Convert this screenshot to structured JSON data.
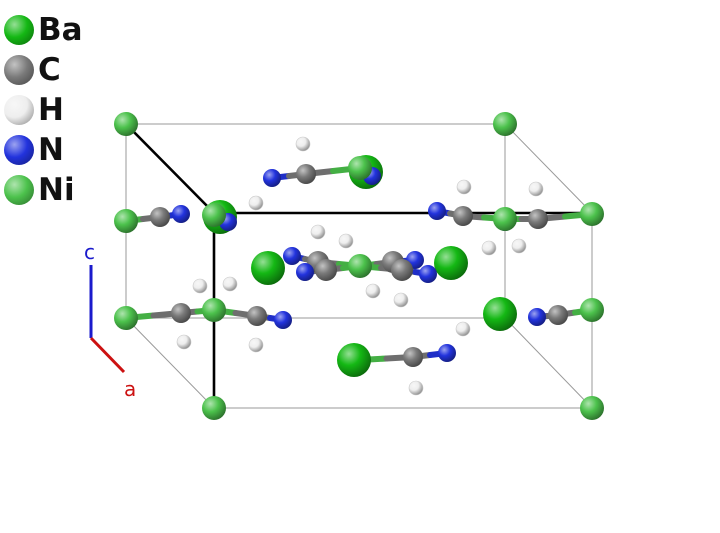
{
  "legend": [
    {
      "label": "Ba",
      "color": "#14b814"
    },
    {
      "label": "C",
      "color": "#7a7a7a"
    },
    {
      "label": "H",
      "color": "#eeeeee"
    },
    {
      "label": "N",
      "color": "#2233dd"
    },
    {
      "label": "Ni",
      "color": "#4cc24c"
    }
  ],
  "axes": {
    "c_label": "c",
    "c_color": "#1a1acc",
    "a_label": "a",
    "a_color": "#cc1111"
  }
}
